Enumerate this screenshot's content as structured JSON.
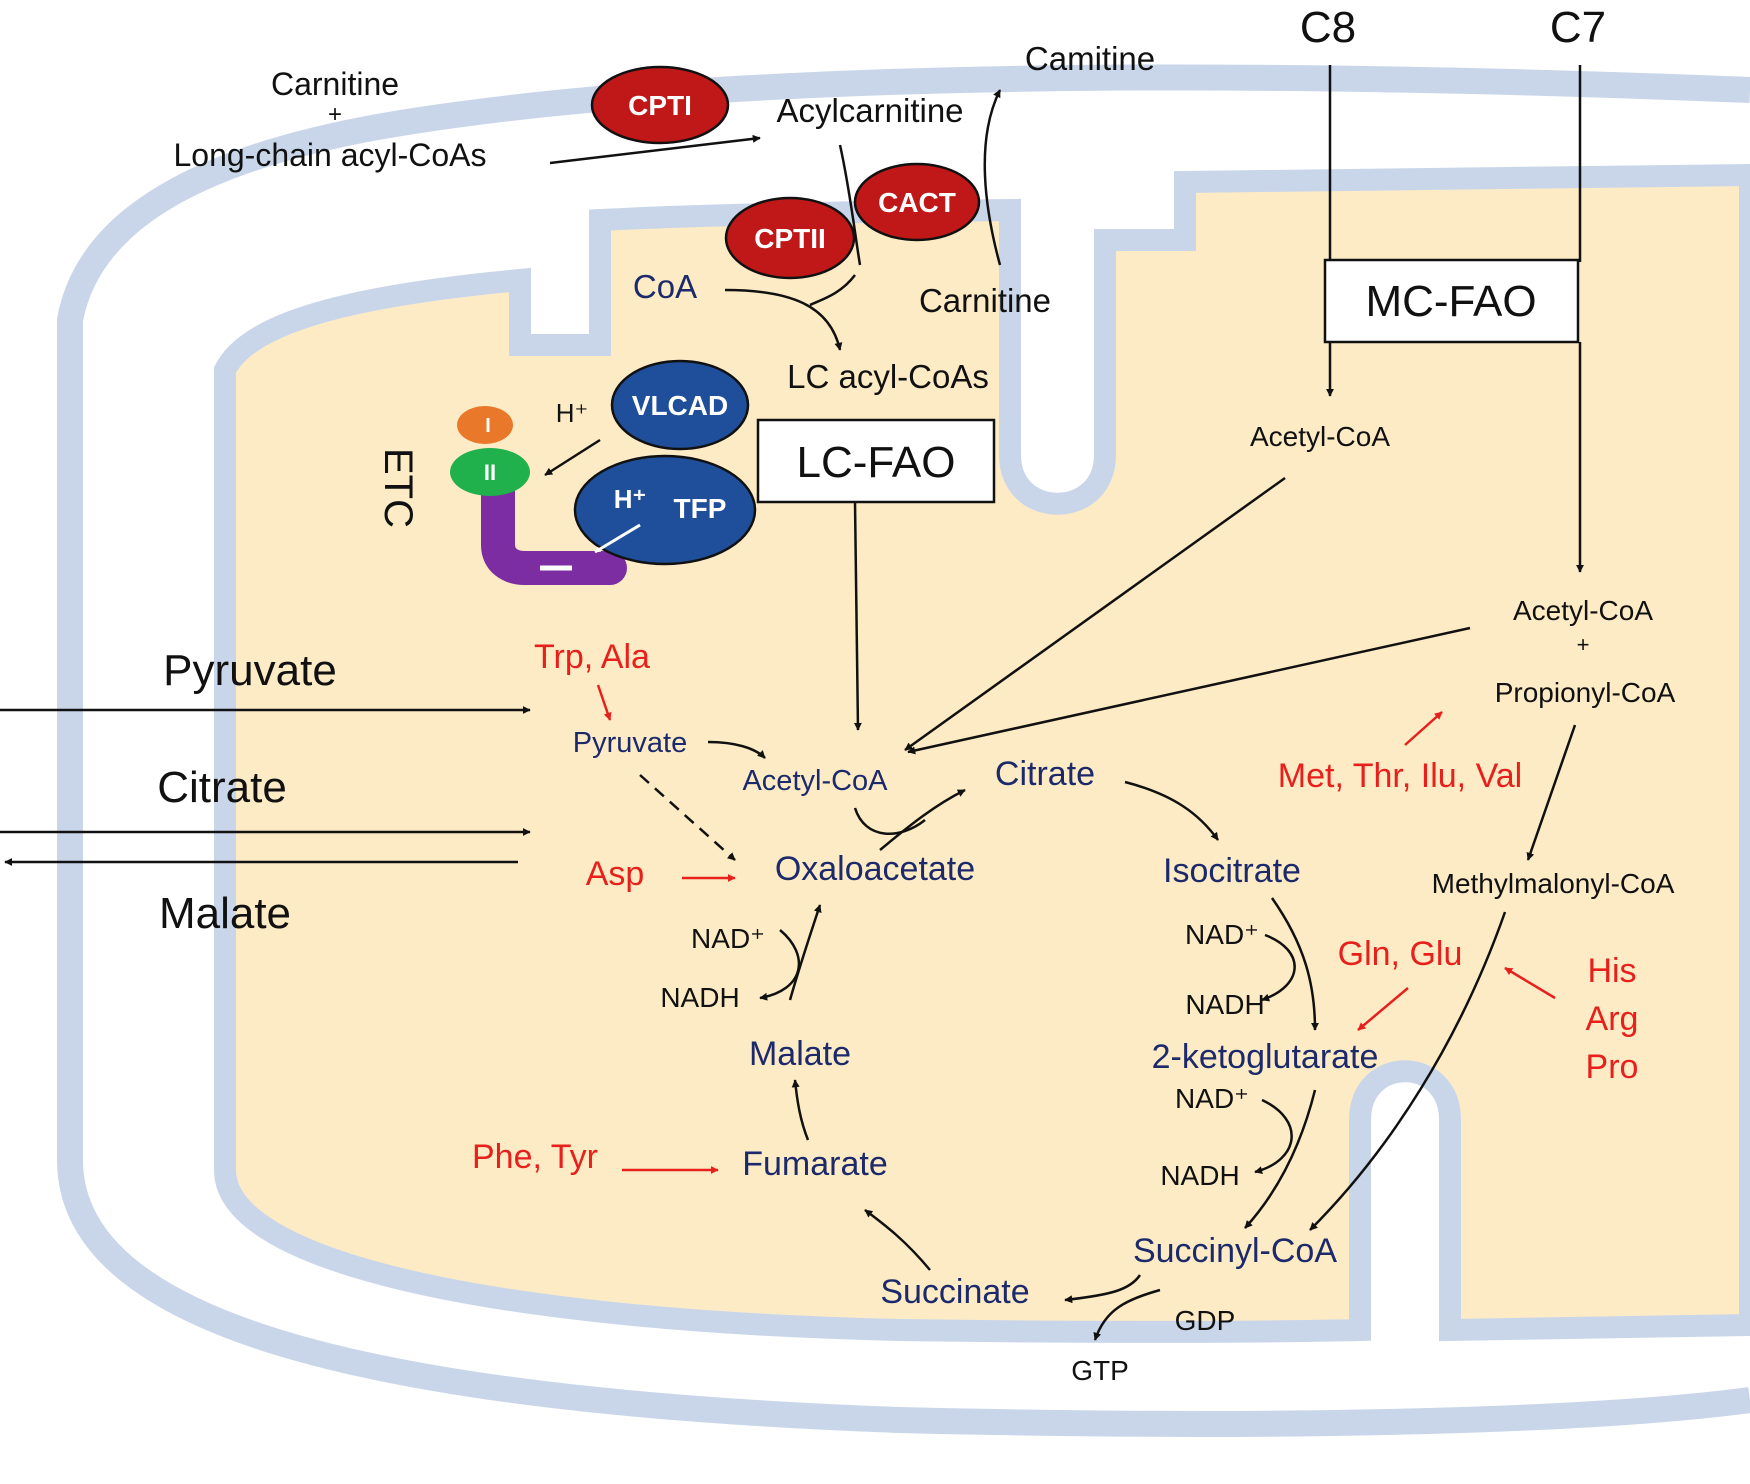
{
  "colors": {
    "membrane": "#c9d6ea",
    "matrix": "#fdebc5",
    "enzyme_red": "#c01818",
    "enzyme_blue": "#1f4f9a",
    "metabolite_navy": "#1c2a6b",
    "amino_acid_red": "#e8201c",
    "etc_orange": "#e9782a",
    "etc_green": "#20b04c",
    "etc_purple": "#7b2da1"
  },
  "labels": {
    "carnitine_in": "Carnitine",
    "plus_top": "+",
    "lc_acyl_coas_in": "Long-chain acyl-CoAs",
    "acylcarnitine": "Acylcarnitine",
    "carnitine_out": "Camitine",
    "carnitine_inner": "Carnitine",
    "coa": "CoA",
    "lc_acyl_coas": "LC acyl-CoAs",
    "etc": "ETC",
    "h_plus_1": "H⁺",
    "h_plus_2": "H⁺",
    "etc_m1": "I",
    "etc_m2": "II",
    "c8": "C8",
    "c7": "C7",
    "acetyl_coa_mc": "Acetyl-CoA",
    "acetyl_coa_c7": "Acetyl-CoA",
    "plus_c7": "+",
    "propionyl_coa": "Propionyl-CoA",
    "methylmalonyl_coa": "Methylmalonyl-CoA",
    "pyruvate_outside": "Pyruvate",
    "citrate_outside": "Citrate",
    "malate_outside": "Malate",
    "pyruvate": "Pyruvate",
    "acetyl_coa_tca": "Acetyl-CoA",
    "citrate": "Citrate",
    "isocitrate": "Isocitrate",
    "oxaloacetate": "Oxaloacetate",
    "ketoglutarate": "2-ketoglutarate",
    "succinyl_coa": "Succinyl-CoA",
    "succinate": "Succinate",
    "fumarate": "Fumarate",
    "malate": "Malate",
    "nad_1": "NAD⁺",
    "nadh_1": "NADH",
    "nad_2": "NAD⁺",
    "nadh_2": "NADH",
    "nad_3": "NAD⁺",
    "nadh_3": "NADH",
    "gdp": "GDP",
    "gtp": "GTP"
  },
  "enzymes": {
    "cpt1": "CPTI",
    "cact": "CACT",
    "cpt2": "CPTII",
    "vlcad": "VLCAD",
    "tfp": "TFP"
  },
  "boxes": {
    "lc_fao": "LC-FAO",
    "mc_fao": "MC-FAO"
  },
  "amino_acids": {
    "trp_ala": "Trp, Ala",
    "asp": "Asp",
    "met_thr_ilu_val": "Met, Thr, Ilu, Val",
    "gln_glu": "Gln, Glu",
    "his": "His",
    "arg": "Arg",
    "pro": "Pro",
    "phe_tyr": "Phe, Tyr"
  }
}
